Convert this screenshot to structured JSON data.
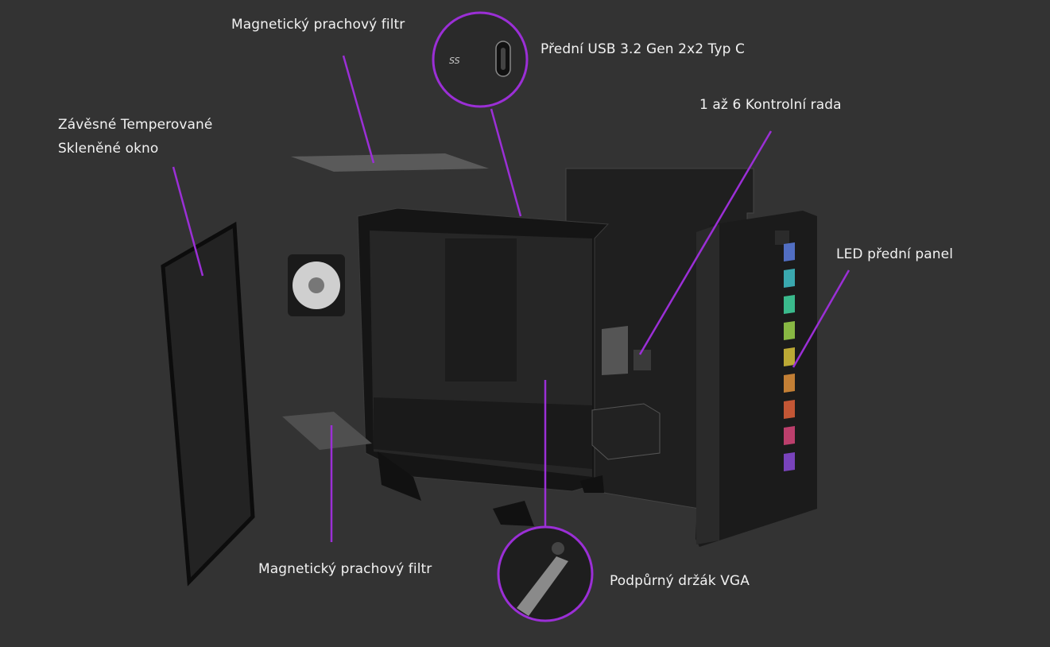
{
  "labels": {
    "top_filter": "Magnetický prachový filtr",
    "usb": "Přední USB 3.2 Gen 2x2 Typ C",
    "control_row": "1 až 6 Kontrolní rada",
    "glass_line1": "Závěsné Temperované",
    "glass_line2": "Skleněné okno",
    "led_panel": "LED přední panel",
    "bottom_filter": "Magnetický prachový filtr",
    "vga_holder": "Podpůrný držák VGA"
  },
  "usb_badge": "SS",
  "colors": {
    "background": "#333333",
    "accent": "#9b2fd6",
    "text": "#f2f2f2"
  },
  "led_colors": [
    "#5a7de0",
    "#3fc1c9",
    "#3fd6a0",
    "#9bd44a",
    "#d8c23a",
    "#e0903a",
    "#e0603a",
    "#d8457a",
    "#8a4ad8"
  ]
}
